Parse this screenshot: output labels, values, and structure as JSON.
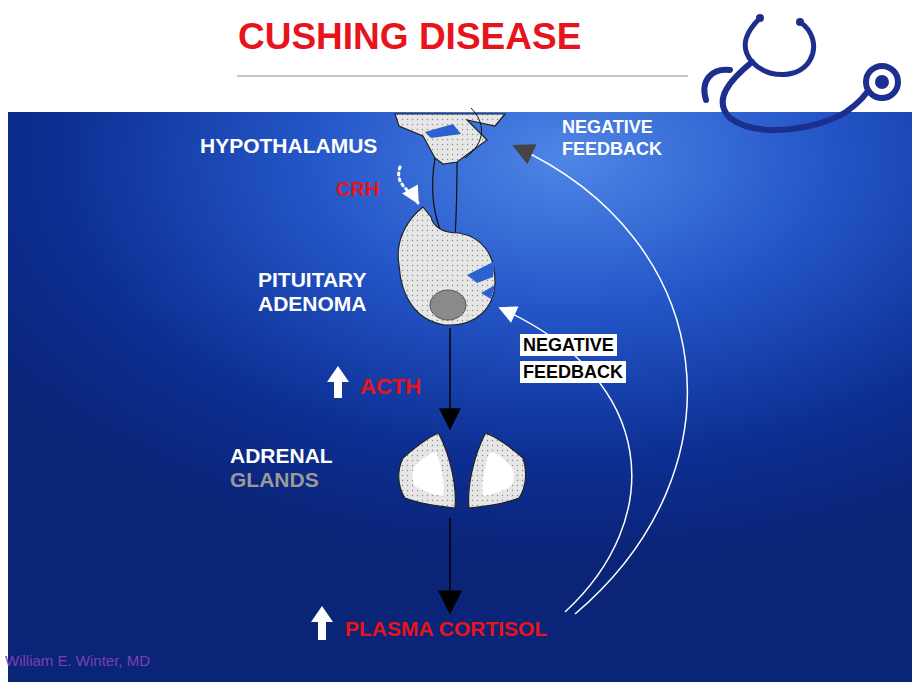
{
  "diagram": {
    "title": "CUSHING DISEASE",
    "nodes": [
      {
        "text": [
          "HYPOTHALAMUS"
        ]
      },
      {
        "text": [
          "PITUITARY ADENOMA"
        ]
      },
      {
        "text": [
          "ADRENAL GLANDS"
        ]
      },
      {
        "text": [
          "PLASMA CORTISOL"
        ]
      }
    ],
    "edges": [
      {
        "from": 0,
        "to": 1,
        "arrow": "to",
        "label": "CRH"
      },
      {
        "from": 1,
        "to": 2,
        "arrow": "to",
        "label": "ACTH"
      },
      {
        "from": 2,
        "to": 3,
        "arrow": "to"
      },
      {
        "from": 3,
        "to": 1,
        "arrow": "to",
        "label": "NEGATIVE FEEDBACK"
      },
      {
        "from": 3,
        "to": 0,
        "arrow": "to",
        "label": "NEGATIVE FEEDBACK"
      }
    ],
    "labels": [
      "William E. Winter, MD"
    ]
  }
}
